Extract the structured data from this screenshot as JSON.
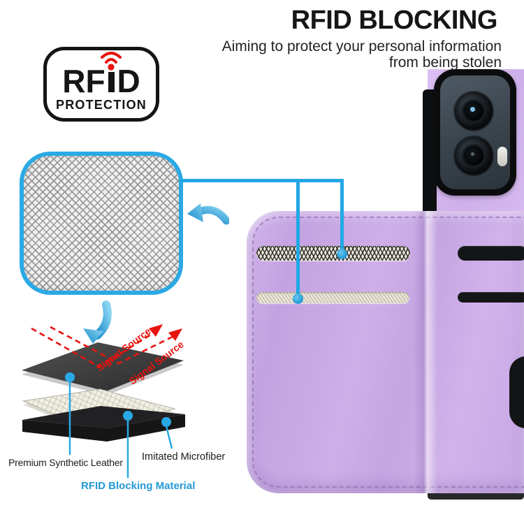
{
  "header": {
    "title": "RFID BLOCKING",
    "subtitle_line1": "Aiming to protect your personal information",
    "subtitle_line2": "from being stolen"
  },
  "badge": {
    "word_prefix": "RF",
    "word_suffix": "D",
    "caption": "PROTECTION"
  },
  "materials_diagram": {
    "signal_labels": [
      "Signal Source",
      "Signal Source"
    ],
    "layers": {
      "top": "Premium Synthetic Leather",
      "middle": "RFID Blocking Material",
      "bottom": "Imitated Microfiber"
    }
  },
  "colors": {
    "accent_blue": "#22a7e5",
    "signal_red": "#e8130e",
    "case_purple": "#c9a9e6",
    "camera_slate": "#3b454e"
  }
}
